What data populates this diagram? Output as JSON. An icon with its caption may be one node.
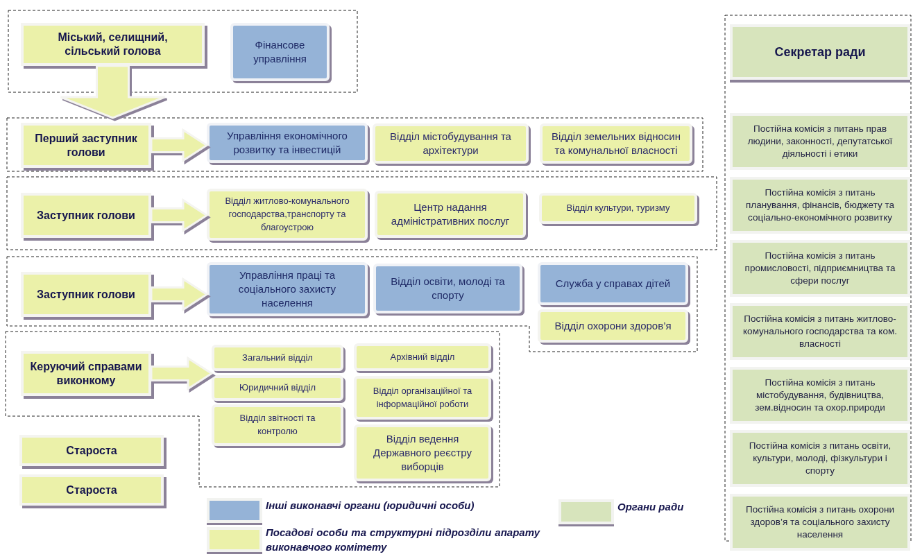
{
  "diagram": {
    "nodes": [
      {
        "text": [],
        "shape": "box"
      },
      {
        "text": [
          "Міський, селищний, сільський голова"
        ],
        "in": 0
      },
      {
        "text": [
          "Фінансове управління"
        ],
        "in": 0
      },
      {
        "text": [],
        "shape": "box"
      },
      {
        "text": [
          "Перший заступник голови"
        ],
        "in": 3
      },
      {
        "text": [
          "Управління економічного розвитку та інвестицій"
        ],
        "in": 3
      },
      {
        "text": [
          "Відділ містобудування та архітектури"
        ],
        "in": 3
      },
      {
        "text": [
          "Відділ земельних відносин та комунальної власності"
        ],
        "in": 3
      },
      {
        "text": [],
        "shape": "box"
      },
      {
        "text": [
          "Заступник голови"
        ],
        "in": 8
      },
      {
        "text": [
          "Відділ житлово-комунального господарства,транспорту та благоустрою"
        ],
        "in": 8
      },
      {
        "text": [
          "Центр надання адміністративних послуг"
        ],
        "in": 8
      },
      {
        "text": [
          "Відділ культури, туризму"
        ],
        "in": 8
      },
      {
        "text": [],
        "shape": "box"
      },
      {
        "text": [
          "Заступник голови"
        ],
        "in": 13
      },
      {
        "text": [
          "Управління праці та соціального захисту населення"
        ],
        "in": 13
      },
      {
        "text": [
          "Відділ освіти, молоді та спорту"
        ],
        "in": 13
      },
      {
        "text": [
          "Служба у справах дітей"
        ],
        "in": 13
      },
      {
        "text": [
          "Відділ охорони здоров’я"
        ],
        "in": 13
      },
      {
        "text": [],
        "shape": "box"
      },
      {
        "text": [
          "Керуючий справами виконкому"
        ],
        "in": 19
      },
      {
        "text": [
          "Загальний відділ"
        ],
        "in": 19
      },
      {
        "text": [
          "Юридичний відділ"
        ],
        "in": 19
      },
      {
        "text": [
          "Відділ звітності та контролю"
        ],
        "in": 19
      },
      {
        "text": [
          "Архівний відділ"
        ],
        "in": 19
      },
      {
        "text": [
          "Відділ організаційної та інформаційної роботи"
        ],
        "in": 19
      },
      {
        "text": [
          "Відділ ведення Державного реєстру виборців"
        ],
        "in": 19
      },
      {
        "text": [
          "Староста"
        ]
      },
      {
        "text": [
          "Староста"
        ]
      },
      {
        "text": [],
        "shape": "box"
      },
      {
        "text": [
          "Секретар ради"
        ],
        "in": 29
      },
      {
        "text": [
          "Постійна комісія з питань прав людини, законності, депутатської діяльності і етики"
        ],
        "in": 29
      },
      {
        "text": [
          "Постійна комісія з питань планування, фінансів, бюджету та соціально-економічного розвитку"
        ],
        "in": 29
      },
      {
        "text": [
          "Постійна комісія з питань промисловості, підприємництва та сфери послуг"
        ],
        "in": 29
      },
      {
        "text": [
          "Постійна комісія з питань житлово-комунального господарства та ком. власності"
        ],
        "in": 29
      },
      {
        "text": [
          "Постійна комісія з питань містобудування, будівництва, зем.відносин та охор.природи"
        ],
        "in": 29
      },
      {
        "text": [
          "Постійна комісія з питань освіти, культури, молоді, фізкультури і спорту"
        ],
        "in": 29
      },
      {
        "text": [
          "Постійна комісія з питань охорони здоров’я та соціального захисту населення"
        ],
        "in": 29
      }
    ],
    "edges": [
      {
        "from": 1,
        "to": 3,
        "arrow": "to"
      },
      {
        "from": 4,
        "to": 5,
        "arrow": "to"
      },
      {
        "from": 9,
        "to": 10,
        "arrow": "to"
      },
      {
        "from": 14,
        "to": 15,
        "arrow": "to"
      },
      {
        "from": 20,
        "to": 22,
        "arrow": "to"
      }
    ],
    "legend": [
      {
        "text": "Інші виконавчі органи (юридичні особи)",
        "color": "#95b3d7"
      },
      {
        "text": "Посадові особи та структурні підрозділи апарату виконавчого комітету",
        "color": "#ebf1a9"
      },
      {
        "text": "Органи ради",
        "color": "#d7e4bc"
      }
    ]
  }
}
